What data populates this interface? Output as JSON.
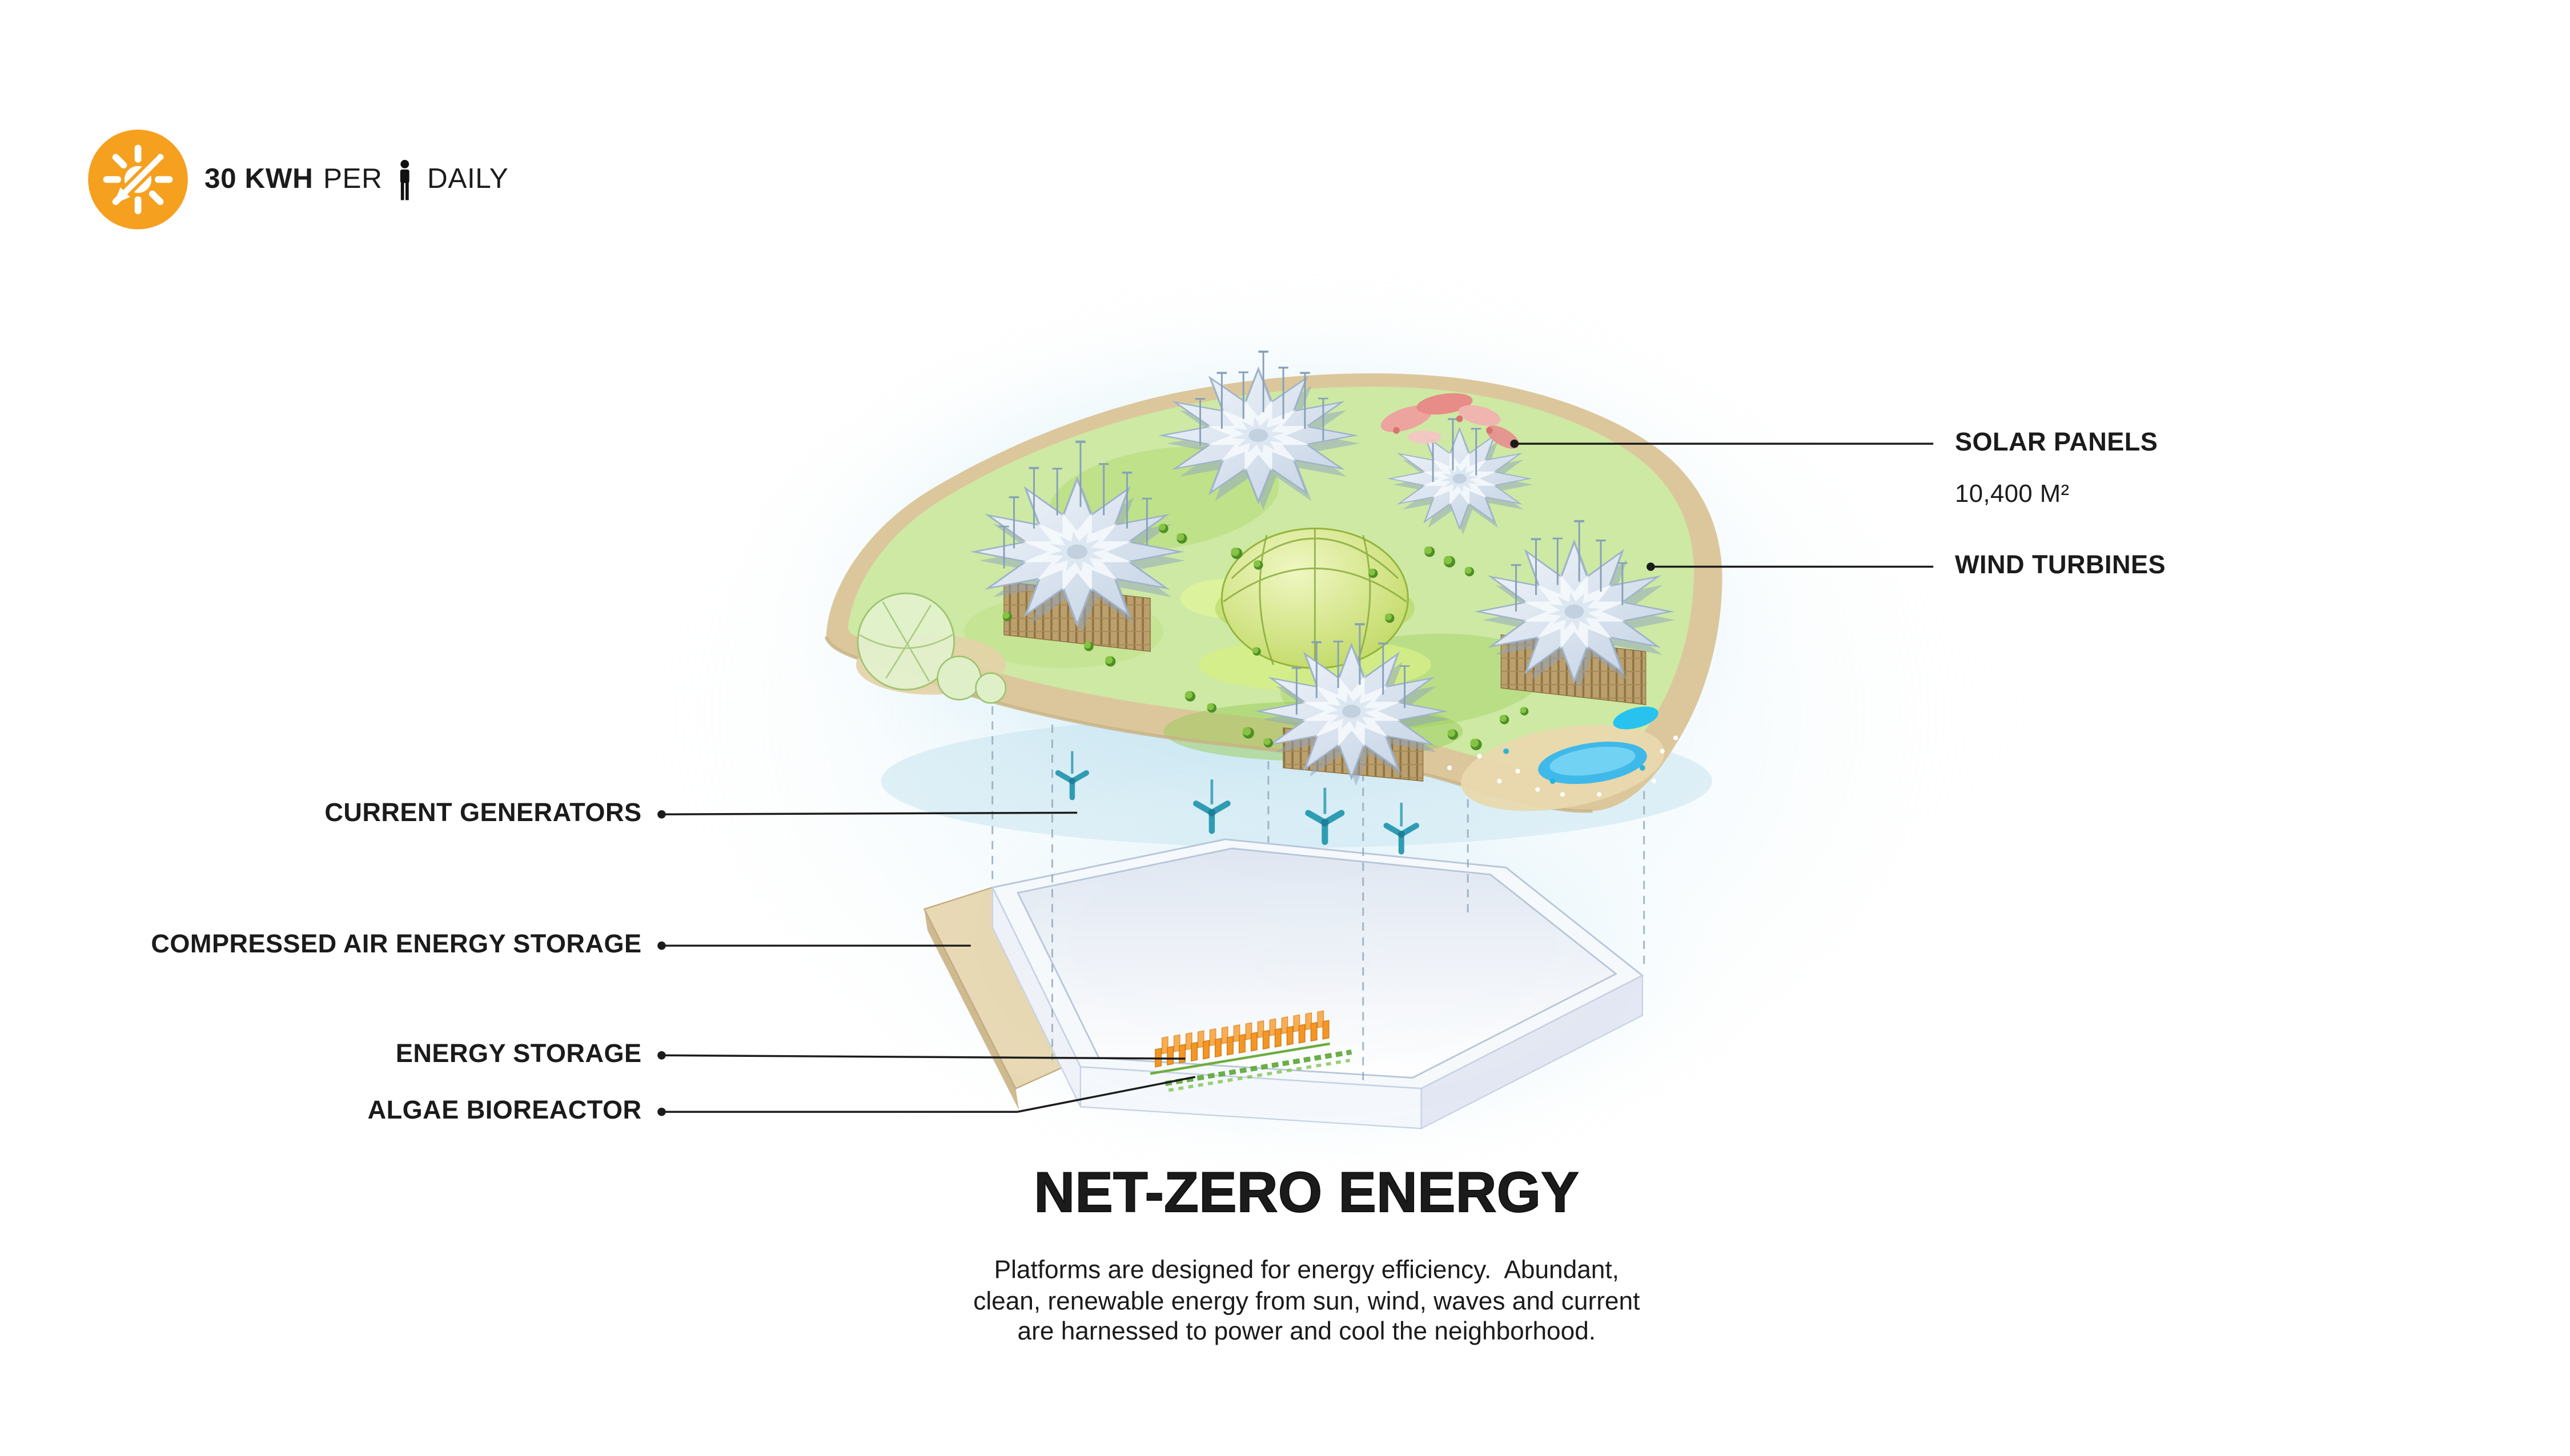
{
  "meta": {
    "accent_orange": "#F5A01E",
    "text_color": "#1B1B1B",
    "background": "#FFFFFF"
  },
  "header": {
    "stat_bold": "30 KWH",
    "stat_mid": "PER",
    "stat_suffix": "DAILY",
    "icon": "sun-energy-icon",
    "person_icon": "person-icon"
  },
  "callouts": {
    "solar_panels": {
      "label": "SOLAR PANELS",
      "value": "10,400 M²"
    },
    "wind_turbines": {
      "label": "WIND TURBINES"
    },
    "current_generators": {
      "label": "CURRENT GENERATORS"
    },
    "compressed_air": {
      "label": "COMPRESSED AIR ENERGY STORAGE"
    },
    "energy_storage": {
      "label": "ENERGY STORAGE"
    },
    "algae_bioreactor": {
      "label": "ALGAE BIOREACTOR"
    }
  },
  "footer": {
    "title": "NET-ZERO ENERGY",
    "description_lines": [
      "Platforms are designed for energy efficiency.  Abundant,",
      "clean, renewable energy from sun, wind, waves and current",
      "are harnessed to power and cool the neighborhood."
    ]
  }
}
